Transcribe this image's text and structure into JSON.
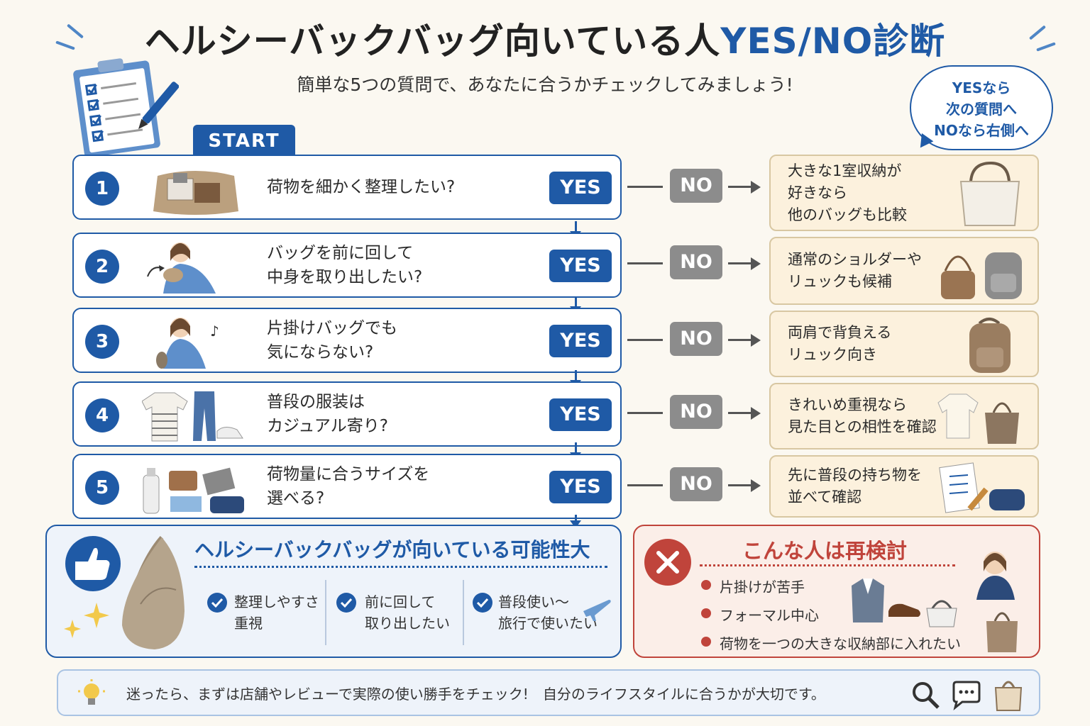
{
  "title": {
    "main": "ヘルシーバックバッグ向いている人",
    "accent": "YES/NO診断"
  },
  "subtitle": "簡単な5つの質問で、あなたに合うかチェックしてみましょう!",
  "bubble": {
    "line1": "YESなら",
    "line2": "次の質問へ",
    "line3": "NOなら右側へ"
  },
  "start_label": "START",
  "yes_label": "YES",
  "no_label": "NO",
  "questions": [
    {
      "num": "1",
      "text": "荷物を細かく整理したい?",
      "alt": "大きな1室収納が\n好きなら\n他のバッグも比較"
    },
    {
      "num": "2",
      "text": "バッグを前に回して\n中身を取り出したい?",
      "alt": "通常のショルダーや\nリュックも候補"
    },
    {
      "num": "3",
      "text": "片掛けバッグでも\n気にならない?",
      "alt": "両肩で背負える\nリュック向き"
    },
    {
      "num": "4",
      "text": "普段の服装は\nカジュアル寄り?",
      "alt": "きれいめ重視なら\n見た目との相性を確認"
    },
    {
      "num": "5",
      "text": "荷物量に合うサイズを\n選べる?",
      "alt": "先に普段の持ち物を\n並べて確認"
    }
  ],
  "result": {
    "title": "ヘルシーバックバッグが向いている可能性大",
    "points": [
      "整理しやすさ\n重視",
      "前に回して\n取り出したい",
      "普段使い〜\n旅行で使いたい"
    ]
  },
  "reconsider": {
    "title": "こんな人は再検討",
    "items": [
      "片掛けが苦手",
      "フォーマル中心",
      "荷物を一つの大きな収納部に入れたい"
    ]
  },
  "footer_text": "迷ったら、まずは店舗やレビューで実際の使い勝手をチェック!　自分のライフスタイルに合うかが大切です。",
  "colors": {
    "primary": "#1f5aa6",
    "no_gray": "#8c8c8c",
    "alt_bg": "#fcf1dd",
    "warning": "#c0443b",
    "background": "#fbf8f1"
  },
  "icons": {
    "header": "clipboard-checklist-icon",
    "rows": [
      "organized-bag-icon",
      "person-front-bag-icon",
      "person-shoulder-bag-icon",
      "casual-clothes-icon",
      "belongings-icon"
    ],
    "alts": [
      "tote-bag-icon",
      "shoulder-bag-backpack-icon",
      "backpack-icon",
      "blouse-handbag-icon",
      "checklist-pouch-icon"
    ],
    "footer": [
      "lightbulb-icon",
      "magnifier-icon",
      "chat-bubble-icon",
      "shopping-bag-icon"
    ]
  }
}
